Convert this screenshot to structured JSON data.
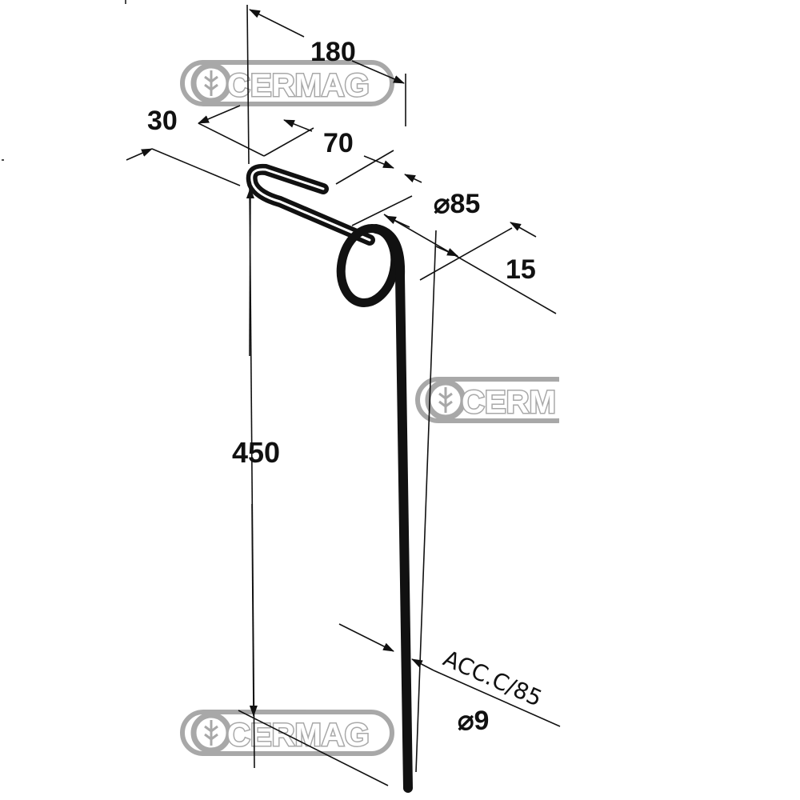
{
  "drawing": {
    "dimensions": {
      "overall_width": "180",
      "hook_offset": "30",
      "arm_length": "70",
      "coil_diameter": "⌀85",
      "coil_offset": "15",
      "tine_length": "450",
      "wire_diameter": "⌀9"
    },
    "note": "ACC.C/85"
  },
  "watermark": {
    "brand": "CERMAG",
    "brand_cropped": "CERM",
    "color": "#9a9a9a"
  }
}
